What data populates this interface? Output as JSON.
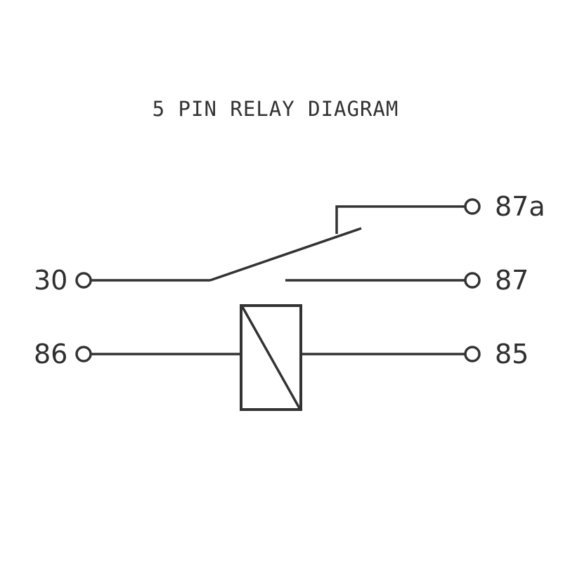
{
  "title": "5 PIN RELAY DIAGRAM",
  "pins": {
    "p30": "30",
    "p86": "86",
    "p87": "87",
    "p87a": "87a",
    "p85": "85"
  },
  "colors": {
    "line": "#333333",
    "text": "#2f2f2f",
    "background": "#ffffff"
  }
}
